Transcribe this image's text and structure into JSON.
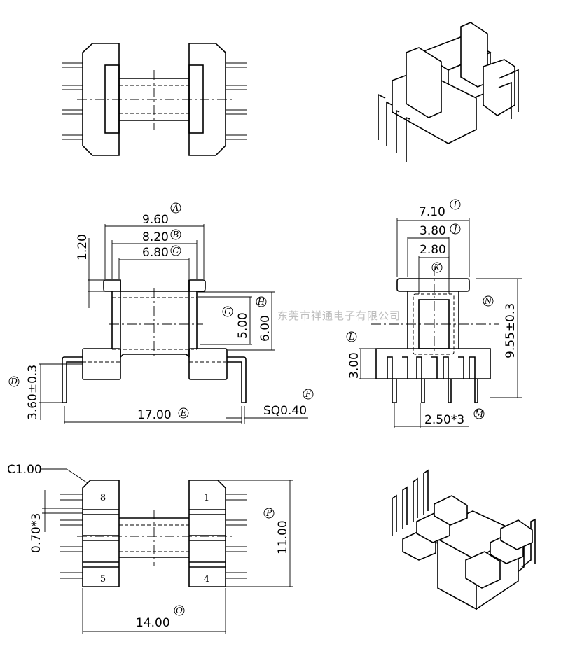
{
  "watermark": "东莞市祥通电子有限公司",
  "dimensions": {
    "A": {
      "label": "A",
      "value": "9.60"
    },
    "B": {
      "label": "B",
      "value": "8.20"
    },
    "C": {
      "label": "C",
      "value": "6.80"
    },
    "flange": {
      "value": "1.20"
    },
    "D": {
      "label": "D",
      "value": "3.60±0.3"
    },
    "E": {
      "label": "E",
      "value": "17.00"
    },
    "F": {
      "label": "F",
      "value": "SQ0.40"
    },
    "G": {
      "label": "G",
      "value": "5.00"
    },
    "H": {
      "label": "H",
      "value": "6.00"
    },
    "I": {
      "label": "I",
      "value": "7.10"
    },
    "J": {
      "label": "J",
      "value": "3.80"
    },
    "K": {
      "label": "K",
      "value": "2.80"
    },
    "L": {
      "label": "L",
      "value": "3.00"
    },
    "M": {
      "label": "M",
      "value": "2.50*3"
    },
    "N": {
      "label": "N",
      "value": "9.55±0.3"
    },
    "O": {
      "label": "O",
      "value": "14.00"
    },
    "P": {
      "label": "P",
      "value": "11.00"
    },
    "chamfer": {
      "value": "C1.00"
    },
    "pitch": {
      "value": "0.70*3"
    }
  },
  "pins": {
    "p8": "8",
    "p1": "1",
    "p5": "5",
    "p4": "4"
  }
}
